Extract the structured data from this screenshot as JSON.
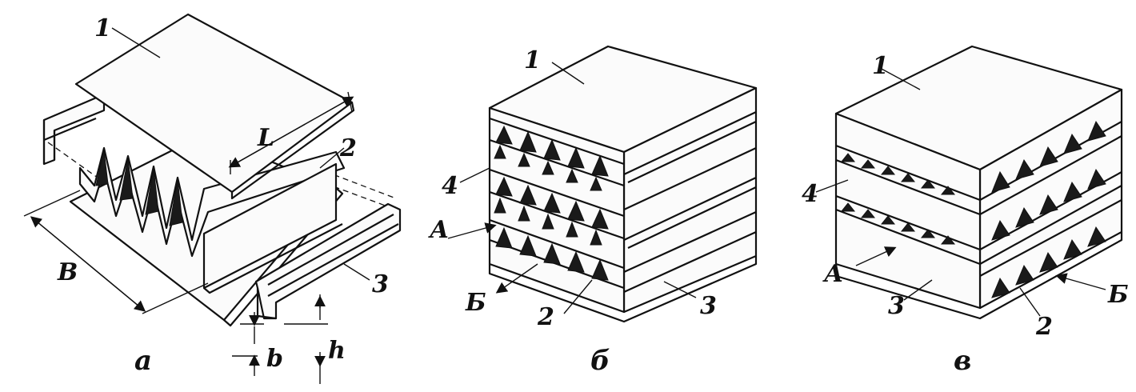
{
  "figure_a": {
    "caption": "а",
    "labels": {
      "plate": "1",
      "fin": "2",
      "bar": "3",
      "length": "L",
      "width": "B",
      "fin_height": "h",
      "sheet_thickness": "b"
    }
  },
  "figure_b": {
    "caption": "б",
    "labels": {
      "plate": "1",
      "fin": "2",
      "bar": "3",
      "separator": "4",
      "flow_a": "А",
      "flow_b": "Б"
    }
  },
  "figure_v": {
    "caption": "в",
    "labels": {
      "plate": "1",
      "fin": "2",
      "bar": "3",
      "separator": "4",
      "flow_a": "А",
      "flow_b": "Б"
    }
  }
}
